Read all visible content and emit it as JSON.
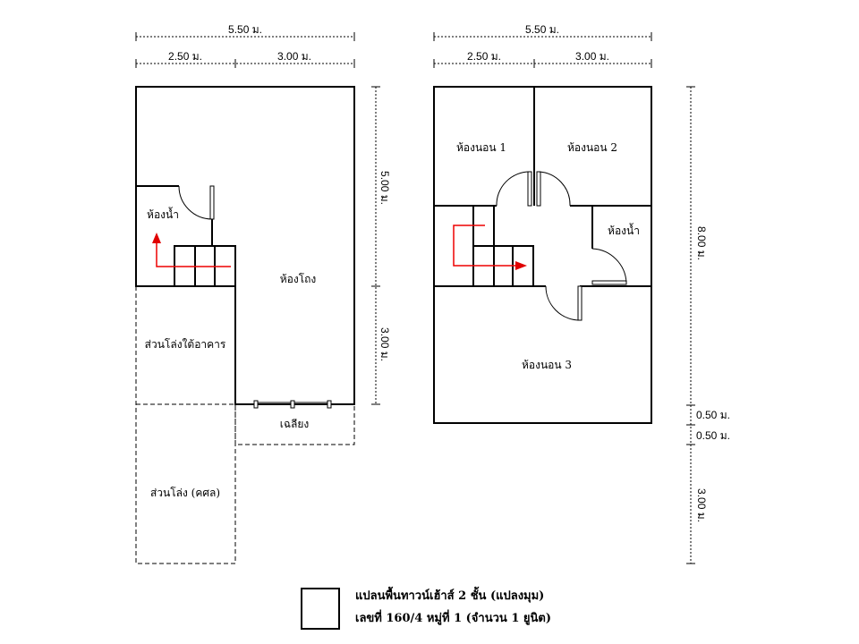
{
  "ground_floor": {
    "dims": {
      "total_width": "5.50 ม.",
      "left_width": "2.50 ม.",
      "right_width": "3.00 ม.",
      "depth_main": "5.00 ม.",
      "depth_front": "3.00 ม."
    },
    "rooms": {
      "bathroom": "ห้องน้ำ",
      "hall": "ห้องโถง",
      "under_building": "ส่วนโล่งใต้อาคาร",
      "porch": "เฉลียง",
      "open_space": "ส่วนโล่ง (คศล)"
    }
  },
  "upper_floor": {
    "dims": {
      "total_width": "5.50 ม.",
      "left_width": "2.50 ม.",
      "right_width": "3.00 ม.",
      "depth_main": "8.00 ม.",
      "offset_1": "0.50 ม.",
      "offset_2": "0.50 ม.",
      "depth_front": "3.00 ม."
    },
    "rooms": {
      "bedroom1": "ห้องนอน 1",
      "bedroom2": "ห้องนอน 2",
      "bathroom": "ห้องน้ำ",
      "bedroom3": "ห้องนอน 3"
    }
  },
  "legend": {
    "line1": "แปลนพื้นทาวน์เฮ้าส์ 2 ชั้น  (แปลงมุม)",
    "line2": "เลขที่  160/4   หมู่ที่ 1   (จำนวน 1 ยูนิต)"
  },
  "colors": {
    "arrow": "#e00000"
  }
}
